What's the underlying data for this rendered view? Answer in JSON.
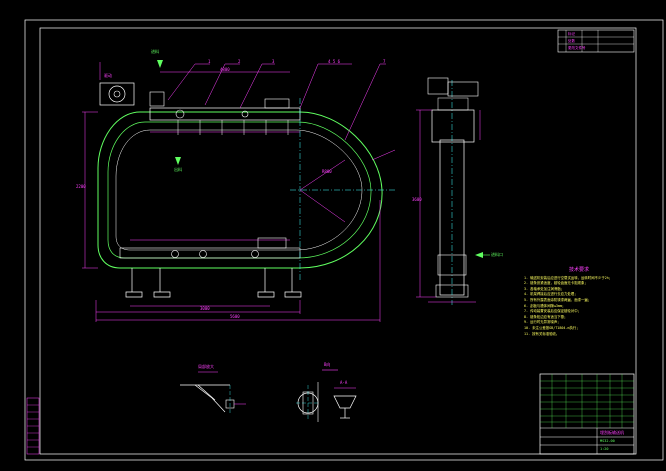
{
  "drawing": {
    "colors": {
      "frame": "#ffffff",
      "dimension": "#ff40ff",
      "part": "#ffffff",
      "centerline": "#40ffff",
      "chain": "#60ff60",
      "text": "#ffff60"
    },
    "front_view_labels": {
      "top_leader_a": "1",
      "top_leader_b": "2",
      "top_leader_c": "3",
      "top_leader_d": "4 5 6",
      "top_leader_e": "7",
      "inlet_label": "进料",
      "outlet_label": "出料",
      "drive_label": "驱动",
      "radius_label": "R800",
      "height_dim": "2200",
      "width_dim": "4800",
      "lower_dim": "3000",
      "overall_dim": "5600"
    },
    "side_view_labels": {
      "inlet_side": "进料口",
      "height_dim": "3600"
    },
    "detail_labels": {
      "detail_a": "局部放大",
      "detail_b": "B向",
      "detail_c": "A-A"
    },
    "technical_notes": {
      "title": "技术要求",
      "lines": [
        "1. 输送机安装后应进行空载试运转，运转时间不少于2h；",
        "2. 链条张紧适度，链轮齿面无卡阻现象；",
        "3. 各轴承处加注润滑脂；",
        "4. 机架焊接后应进行去应力处理；",
        "5. 所有外露表面涂防锈漆两遍，面漆一遍；",
        "6. 刮板与槽体间隙≤3mm；",
        "7. 传动装置安装后应保证链轮对中；",
        "8. 链条松边应有适当下垂；",
        "9. 运行时无异常噪声；",
        "10. 未注公差按GB/T1804-m执行；",
        "11. 按有关标准验收。"
      ]
    },
    "title_block": {
      "drawing_name": "埋刮板输送机",
      "drawing_no": "MS32-00",
      "scale": "1:20"
    },
    "revision_block": {
      "row1": "标记",
      "row2": "处数",
      "row3": "更改文件号"
    }
  }
}
